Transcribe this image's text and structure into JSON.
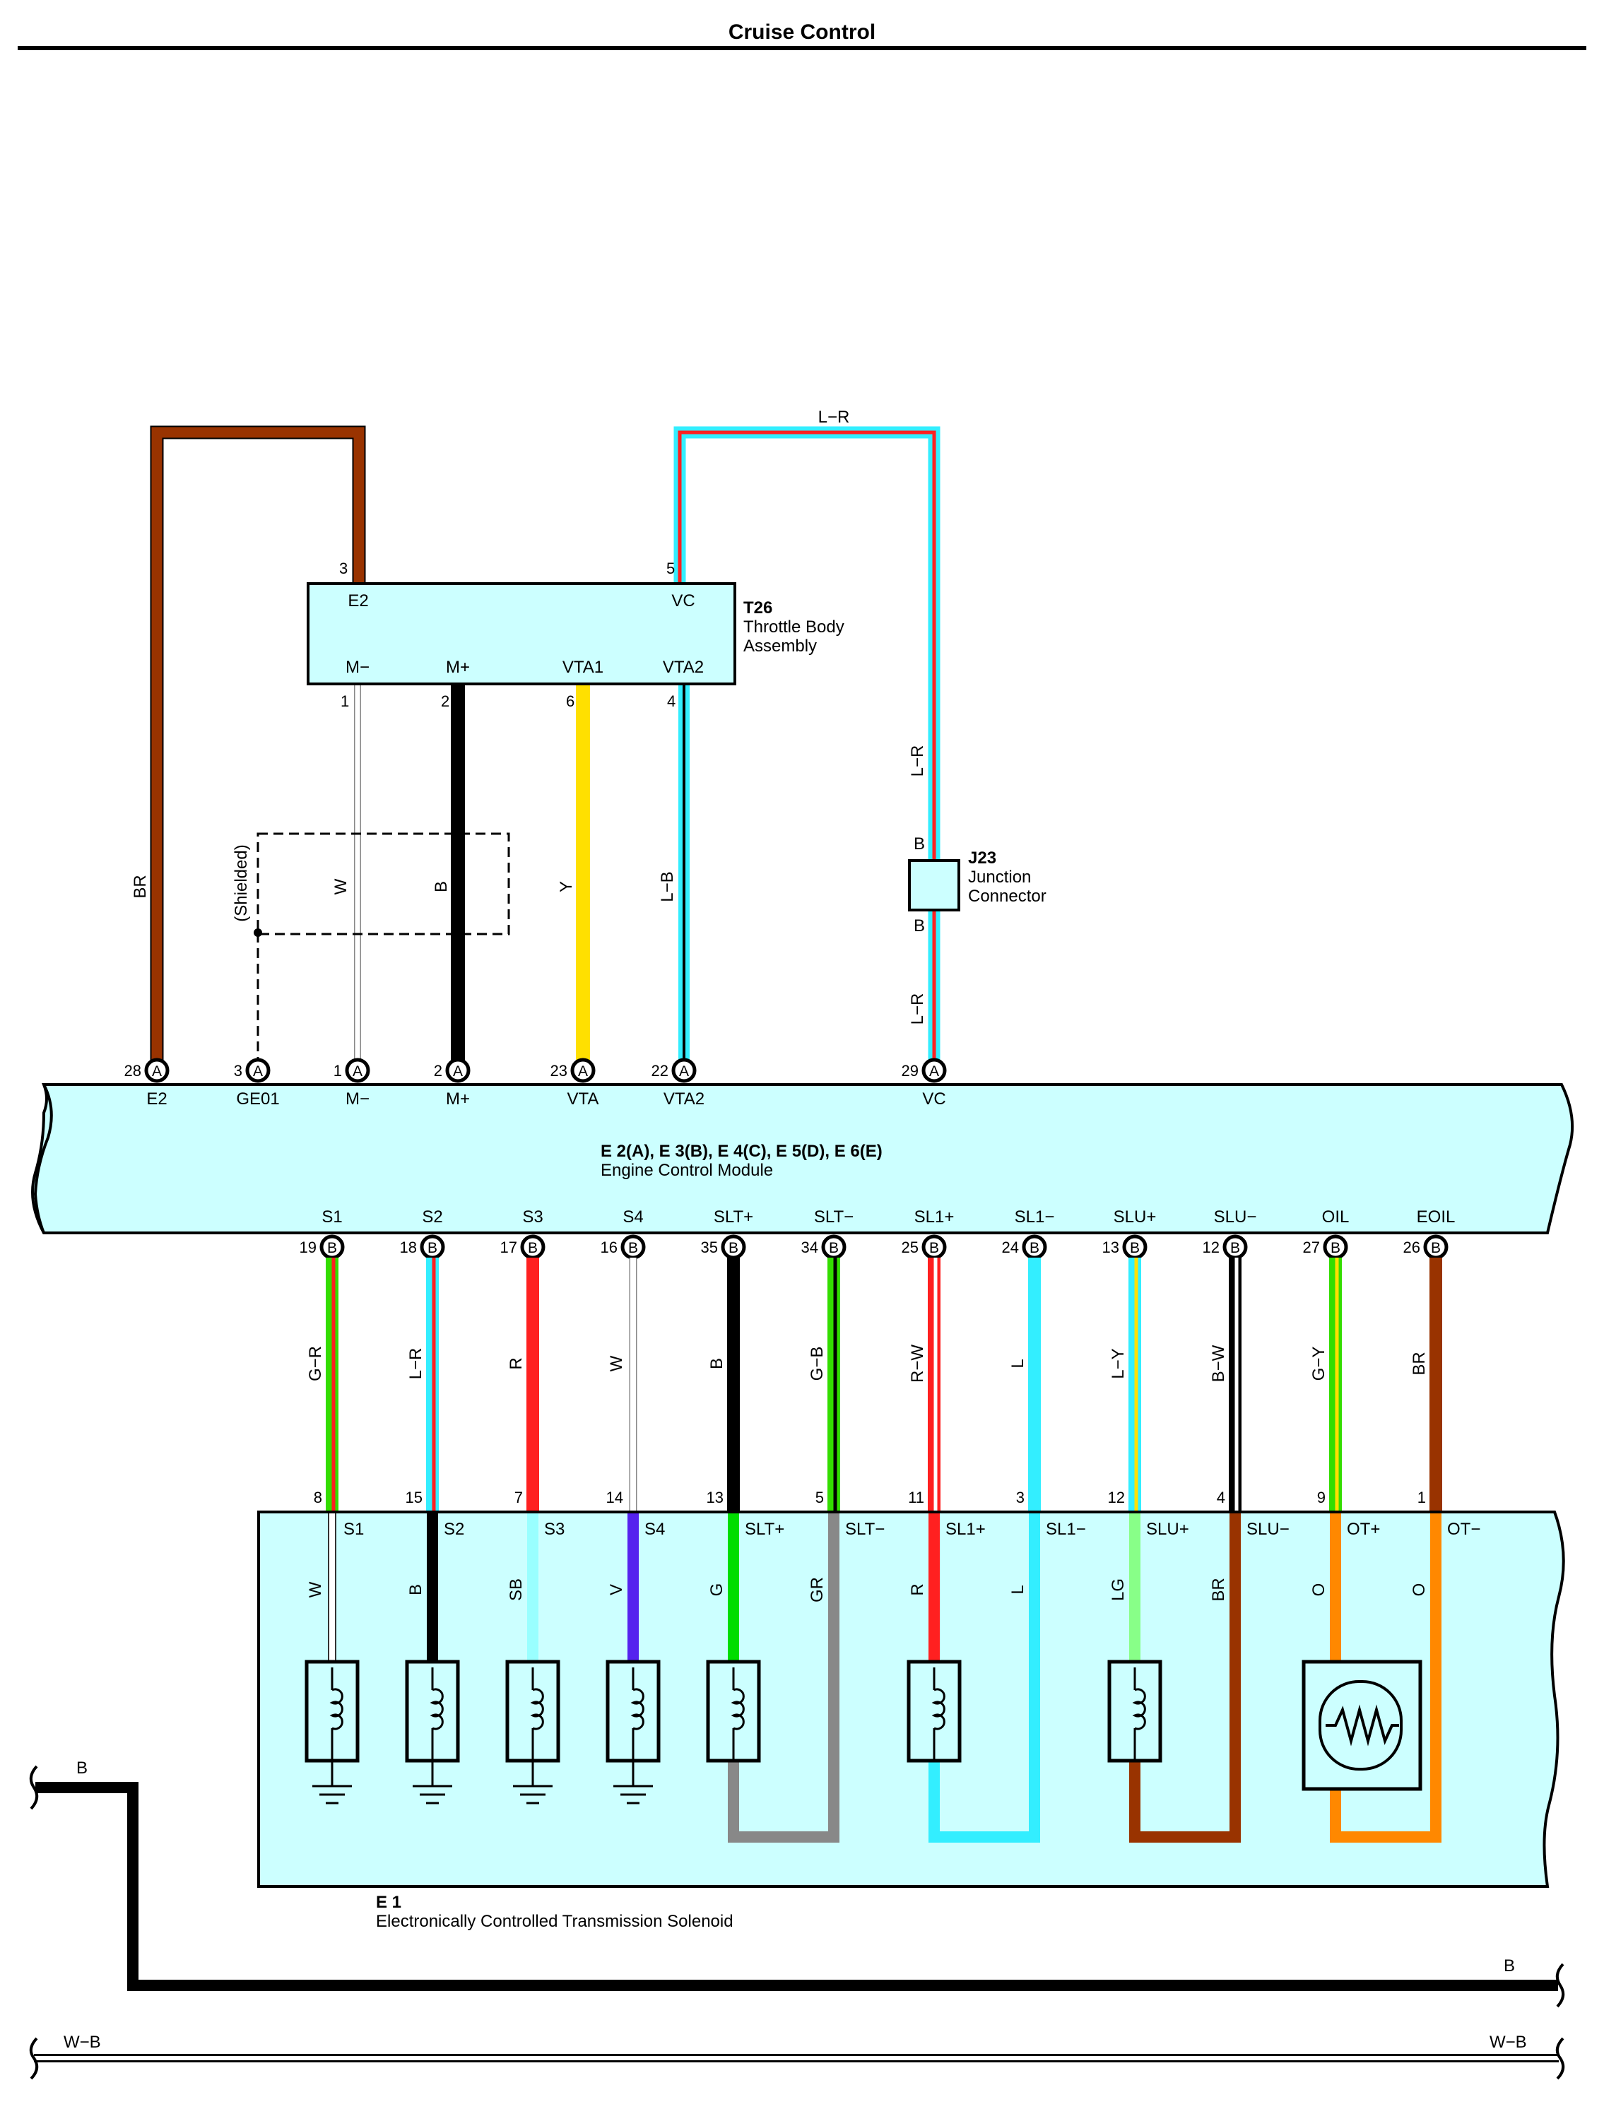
{
  "title": "Cruise Control",
  "components": {
    "throttle": {
      "code": "T26",
      "name_line1": "Throttle Body",
      "name_line2": "Assembly",
      "top_pins": [
        {
          "num": "3",
          "label": "E2"
        },
        {
          "num": "5",
          "label": "VC"
        }
      ],
      "bottom_pins": [
        {
          "num": "1",
          "label": "M−"
        },
        {
          "num": "2",
          "label": "M+"
        },
        {
          "num": "6",
          "label": "VTA1"
        },
        {
          "num": "4",
          "label": "VTA2"
        }
      ]
    },
    "junction": {
      "code": "J23",
      "name_line1": "Junction",
      "name_line2": "Connector",
      "pin_top": "B",
      "pin_bottom": "B"
    },
    "ecm": {
      "code": "E 2(A), E 3(B), E 4(C), E 5(D), E 6(E)",
      "name": "Engine Control Module",
      "top_pins": [
        {
          "num": "28",
          "conn": "A",
          "label": "E2"
        },
        {
          "num": "3",
          "conn": "A",
          "label": "GE01"
        },
        {
          "num": "1",
          "conn": "A",
          "label": "M−"
        },
        {
          "num": "2",
          "conn": "A",
          "label": "M+"
        },
        {
          "num": "23",
          "conn": "A",
          "label": "VTA"
        },
        {
          "num": "22",
          "conn": "A",
          "label": "VTA2"
        },
        {
          "num": "29",
          "conn": "A",
          "label": "VC"
        }
      ],
      "bottom_pins": [
        {
          "num": "19",
          "conn": "B",
          "label": "S1"
        },
        {
          "num": "18",
          "conn": "B",
          "label": "S2"
        },
        {
          "num": "17",
          "conn": "B",
          "label": "S3"
        },
        {
          "num": "16",
          "conn": "B",
          "label": "S4"
        },
        {
          "num": "35",
          "conn": "B",
          "label": "SLT+"
        },
        {
          "num": "34",
          "conn": "B",
          "label": "SLT−"
        },
        {
          "num": "25",
          "conn": "B",
          "label": "SL1+"
        },
        {
          "num": "24",
          "conn": "B",
          "label": "SL1−"
        },
        {
          "num": "13",
          "conn": "B",
          "label": "SLU+"
        },
        {
          "num": "12",
          "conn": "B",
          "label": "SLU−"
        },
        {
          "num": "27",
          "conn": "B",
          "label": "OIL"
        },
        {
          "num": "26",
          "conn": "B",
          "label": "EOIL"
        }
      ]
    },
    "solenoid": {
      "code": "E 1",
      "name": "Electronically Controlled Transmission Solenoid",
      "pins": [
        {
          "num": "8",
          "label": "S1"
        },
        {
          "num": "15",
          "label": "S2"
        },
        {
          "num": "7",
          "label": "S3"
        },
        {
          "num": "14",
          "label": "S4"
        },
        {
          "num": "13",
          "label": "SLT+"
        },
        {
          "num": "5",
          "label": "SLT−"
        },
        {
          "num": "11",
          "label": "SL1+"
        },
        {
          "num": "3",
          "label": "SL1−"
        },
        {
          "num": "12",
          "label": "SLU+"
        },
        {
          "num": "4",
          "label": "SLU−"
        },
        {
          "num": "9",
          "label": "OT+"
        },
        {
          "num": "1",
          "label": "OT−"
        }
      ]
    }
  },
  "top_wires": [
    {
      "code": "BR",
      "color": "#993300",
      "stripe": ""
    },
    {
      "code": "(Shielded)",
      "color": "#000000",
      "stripe": ""
    },
    {
      "code": "W",
      "color": "#ffffff",
      "stripe": ""
    },
    {
      "code": "B",
      "color": "#000000",
      "stripe": ""
    },
    {
      "code": "Y",
      "color": "#ffe000",
      "stripe": ""
    },
    {
      "code": "L−B",
      "color": "#33eeff",
      "stripe": "#000000"
    },
    {
      "code": "L−R",
      "color": "#33eeff",
      "stripe": "#ff2020"
    }
  ],
  "mid_wires": [
    {
      "code": "G−R",
      "color": "#33dd00",
      "stripe": "#ff2020"
    },
    {
      "code": "L−R",
      "color": "#33eeff",
      "stripe": "#ff2020"
    },
    {
      "code": "R",
      "color": "#ff2020",
      "stripe": ""
    },
    {
      "code": "W",
      "color": "#ffffff",
      "stripe": ""
    },
    {
      "code": "B",
      "color": "#000000",
      "stripe": ""
    },
    {
      "code": "G−B",
      "color": "#33dd00",
      "stripe": "#000000"
    },
    {
      "code": "R−W",
      "color": "#ff2020",
      "stripe": "#ffffff"
    },
    {
      "code": "L",
      "color": "#33eeff",
      "stripe": ""
    },
    {
      "code": "L−Y",
      "color": "#33eeff",
      "stripe": "#ffe000"
    },
    {
      "code": "B−W",
      "color": "#000000",
      "stripe": "#ffffff"
    },
    {
      "code": "G−Y",
      "color": "#33dd00",
      "stripe": "#ffe000"
    },
    {
      "code": "BR",
      "color": "#993300",
      "stripe": ""
    }
  ],
  "internal_wires": [
    {
      "code": "W",
      "color": "#ffffff"
    },
    {
      "code": "B",
      "color": "#000000"
    },
    {
      "code": "SB",
      "color": "#99ffff"
    },
    {
      "code": "V",
      "color": "#5522ee"
    },
    {
      "code": "G",
      "color": "#00dd00"
    },
    {
      "code": "GR",
      "color": "#888888"
    },
    {
      "code": "R",
      "color": "#ff2020"
    },
    {
      "code": "L",
      "color": "#33eeff"
    },
    {
      "code": "LG",
      "color": "#88ff88"
    },
    {
      "code": "BR",
      "color": "#993300"
    },
    {
      "code": "O",
      "color": "#ff8800"
    },
    {
      "code": "O",
      "color": "#ff8800"
    }
  ],
  "vc_top_wire": "L−R",
  "vc_wire_upper": "L−R",
  "vc_wire_lower": "L−R",
  "ground_bus": {
    "left": "B",
    "right": "B"
  },
  "wb_bus": {
    "left": "W−B",
    "right": "W−B"
  },
  "colors": {
    "component_fill": "#ccffff",
    "brown": "#993300"
  }
}
